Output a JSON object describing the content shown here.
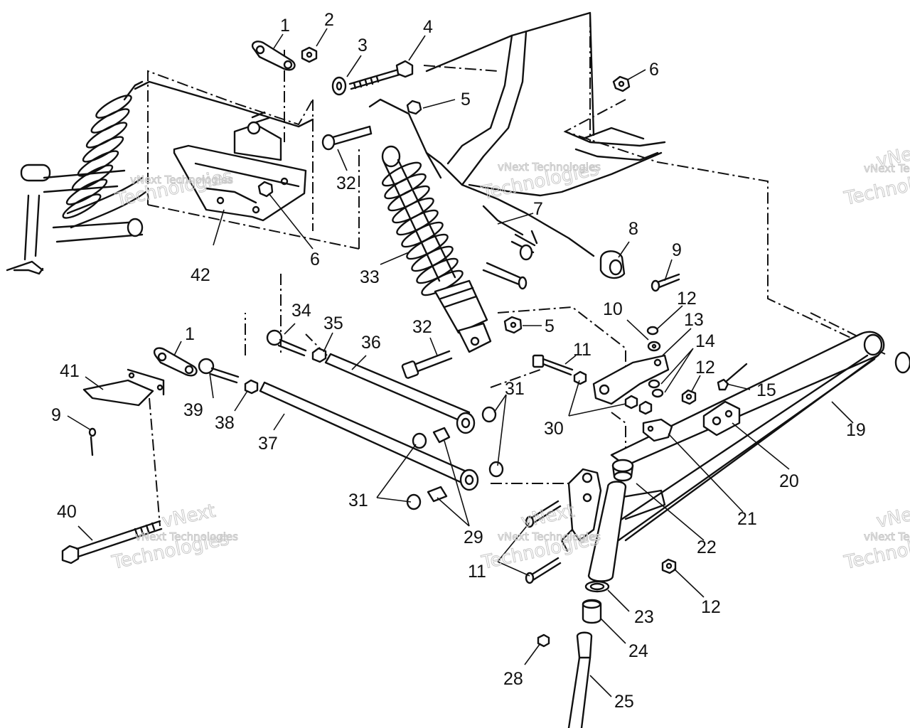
{
  "watermark": {
    "line_small": "vNext Technologies",
    "line_large": "Technologies",
    "line_brand": "vNext"
  },
  "callouts": [
    {
      "id": "c1a",
      "text": "1"
    },
    {
      "id": "c2",
      "text": "2"
    },
    {
      "id": "c3",
      "text": "3"
    },
    {
      "id": "c4",
      "text": "4"
    },
    {
      "id": "c5a",
      "text": "5"
    },
    {
      "id": "c6a",
      "text": "6"
    },
    {
      "id": "c32a",
      "text": "32"
    },
    {
      "id": "c42",
      "text": "42"
    },
    {
      "id": "c6b",
      "text": "6"
    },
    {
      "id": "c7",
      "text": "7"
    },
    {
      "id": "c8",
      "text": "8"
    },
    {
      "id": "c9a",
      "text": "9"
    },
    {
      "id": "c33",
      "text": "33"
    },
    {
      "id": "c34",
      "text": "34"
    },
    {
      "id": "c35",
      "text": "35"
    },
    {
      "id": "c36",
      "text": "36"
    },
    {
      "id": "c32b",
      "text": "32"
    },
    {
      "id": "c5b",
      "text": "5"
    },
    {
      "id": "c10",
      "text": "10"
    },
    {
      "id": "c12a",
      "text": "12"
    },
    {
      "id": "c13",
      "text": "13"
    },
    {
      "id": "c14",
      "text": "14"
    },
    {
      "id": "c1b",
      "text": "1"
    },
    {
      "id": "c11a",
      "text": "11"
    },
    {
      "id": "c12b",
      "text": "12"
    },
    {
      "id": "c15",
      "text": "15"
    },
    {
      "id": "c41",
      "text": "41"
    },
    {
      "id": "c39",
      "text": "39"
    },
    {
      "id": "c38",
      "text": "38"
    },
    {
      "id": "c31a",
      "text": "31"
    },
    {
      "id": "c30",
      "text": "30"
    },
    {
      "id": "c19",
      "text": "19"
    },
    {
      "id": "c9b",
      "text": "9"
    },
    {
      "id": "c37",
      "text": "37"
    },
    {
      "id": "c20",
      "text": "20"
    },
    {
      "id": "c21",
      "text": "21"
    },
    {
      "id": "c31b",
      "text": "31"
    },
    {
      "id": "c29",
      "text": "29"
    },
    {
      "id": "c40",
      "text": "40"
    },
    {
      "id": "c22",
      "text": "22"
    },
    {
      "id": "c11b",
      "text": "11"
    },
    {
      "id": "c12c",
      "text": "12"
    },
    {
      "id": "c23",
      "text": "23"
    },
    {
      "id": "c24",
      "text": "24"
    },
    {
      "id": "c28",
      "text": "28"
    },
    {
      "id": "c25",
      "text": "25"
    }
  ]
}
